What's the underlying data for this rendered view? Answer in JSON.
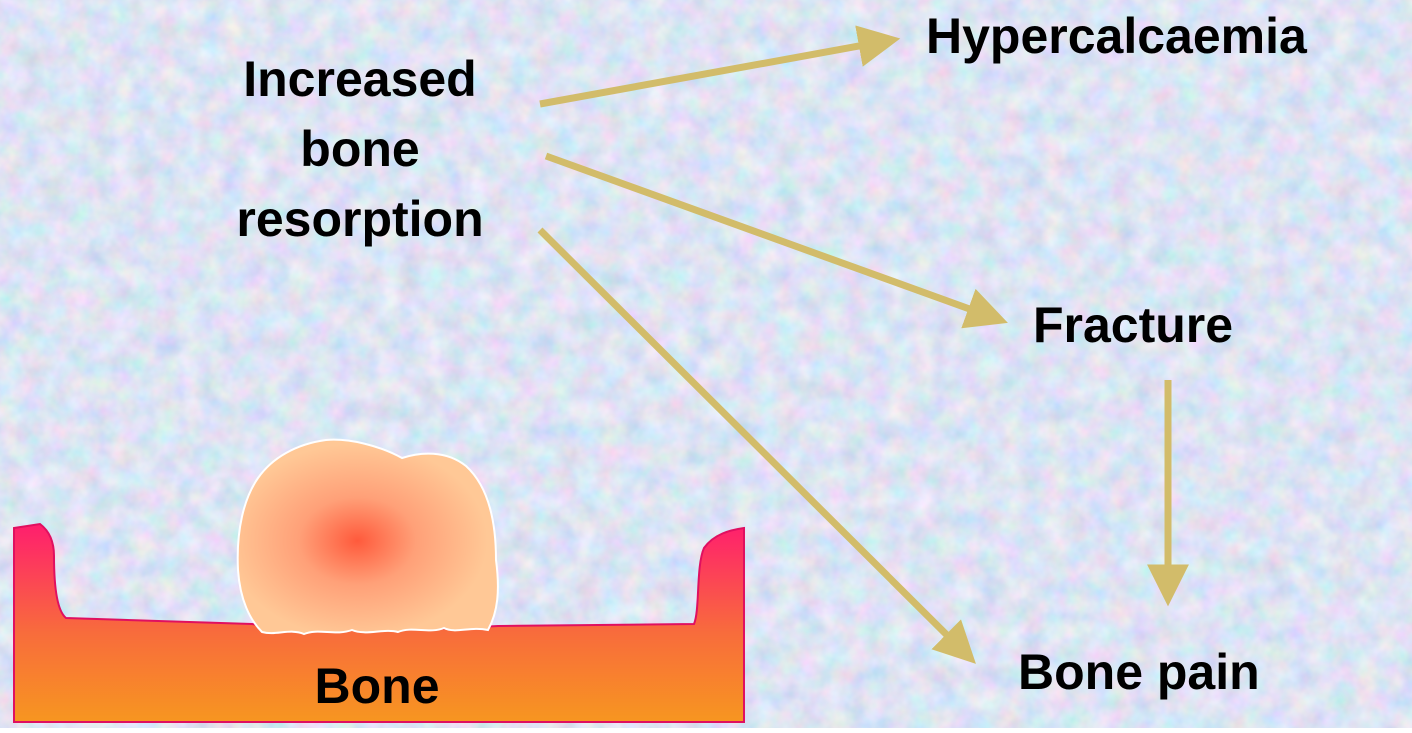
{
  "labels": {
    "resorption_line1": "Increased",
    "resorption_line2": "bone",
    "resorption_line3": "resorption",
    "hypercalcaemia": "Hypercalcaemia",
    "fracture": "Fracture",
    "bone_pain": "Bone pain",
    "bone": "Bone"
  },
  "colors": {
    "arrow": "#D2BC6A",
    "background": "#BCD6F2",
    "cell_fill": "#FFC896",
    "cell_nucleus": "#FF5A3C",
    "bone_top": "#FF1E6E",
    "bone_bottom": "#F79620"
  }
}
